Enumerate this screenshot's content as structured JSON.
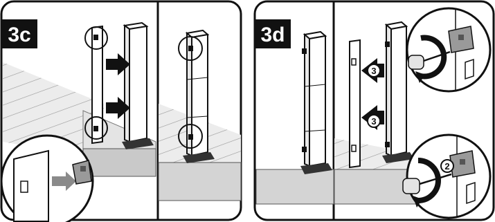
{
  "steps": {
    "left": {
      "label": "3c"
    },
    "right": {
      "label": "3d"
    }
  },
  "callouts": {
    "arrow_top": "3",
    "arrow_bottom": "3",
    "zoom_bottom": "2"
  },
  "colors": {
    "ink": "#111111",
    "deck_gray": "#d9d9d9",
    "deck_dark": "#bfbfbf",
    "arrow": "#111111",
    "arrow_light": "#8a8a8a"
  },
  "icons": [
    "bracket-icon",
    "screw-icon",
    "screwdriver-icon",
    "rotate-arrow-icon",
    "push-arrow-icon"
  ]
}
